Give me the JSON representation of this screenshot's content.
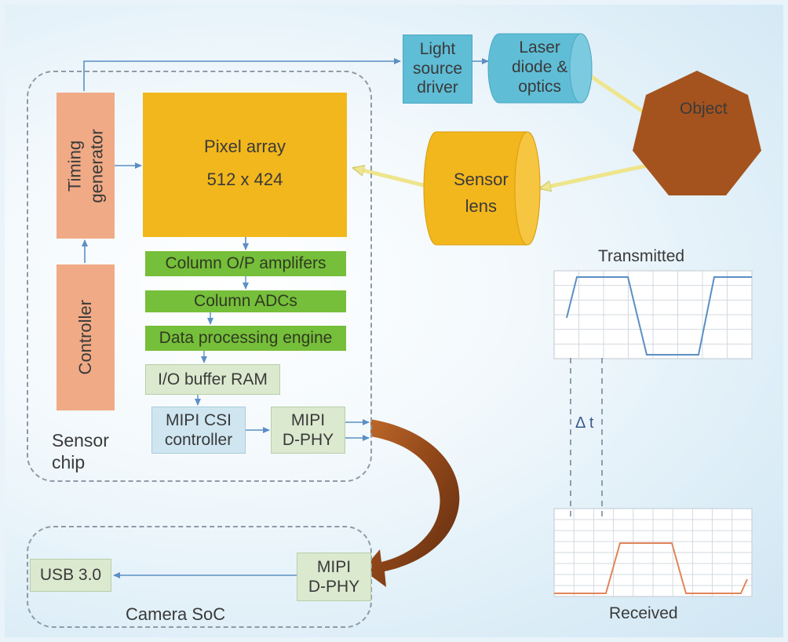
{
  "title": "",
  "colors": {
    "orange_block": "#f0aa85",
    "pixel_array": "#f2b71c",
    "green_block": "#76bf3a",
    "light_green": "#dbe9cf",
    "light_blue": "#cfe6f1",
    "teal": "#5fbdd6",
    "object": "#a4531e",
    "arrow_blue": "#5b8fc4",
    "beam_yellow": "#eee58c",
    "transmitted_wave": "#5b8fc4",
    "received_wave": "#e0855a"
  },
  "sensor_chip": {
    "label": "Sensor\nchip",
    "timing_generator": "Timing\ngenerator",
    "controller": "Controller",
    "pixel_array": {
      "title": "Pixel array",
      "resolution": "512 x 424"
    },
    "column_amplifiers": "Column O/P amplifers",
    "column_adcs": "Column ADCs",
    "data_processing": "Data processing engine",
    "io_buffer": "I/O buffer RAM",
    "mipi_csi": "MIPI CSI\ncontroller",
    "mipi_dphy": "MIPI\nD-PHY"
  },
  "camera_soc": {
    "label": "Camera SoC",
    "usb": "USB 3.0",
    "mipi_dphy": "MIPI\nD-PHY"
  },
  "optics": {
    "light_source_driver": "Light\nsource\ndriver",
    "laser_diode": "Laser\ndiode &\noptics",
    "sensor_lens": "Sensor\nlens",
    "object": "Object"
  },
  "waveforms": {
    "transmitted_label": "Transmitted",
    "received_label": "Received",
    "delta_t": "Δ t"
  },
  "icons": [
    "data-flow-arrow",
    "optical-beam-arrow",
    "curved-link-arrow"
  ]
}
